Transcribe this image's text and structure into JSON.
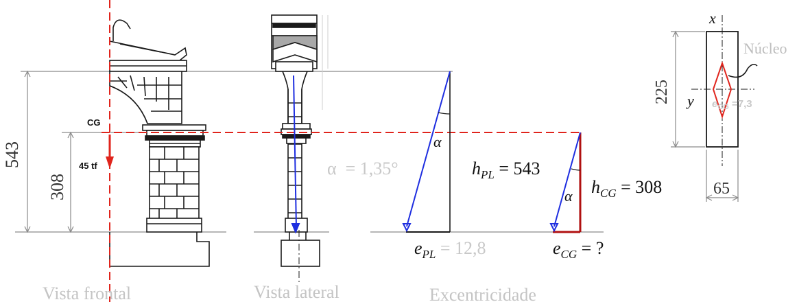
{
  "dimensions": {
    "total_height": "543",
    "cg_height": "308",
    "section_height": "225",
    "section_width": "65"
  },
  "labels": {
    "cg": "CG",
    "force": "45 tf",
    "alpha_symbol": "α",
    "alpha_equation": "α  = 1,35°",
    "h_pl_sym": "h",
    "h_pl_sub": "PL",
    "h_pl_val": " = 543",
    "h_cg_sym": "h",
    "h_cg_sub": "CG",
    "h_cg_val": " = 308",
    "e_pl_sym": "e",
    "e_pl_sub": "PL",
    "e_pl_val": " = 12,8",
    "e_cg_sym": "e",
    "e_cg_sub": "CG",
    "e_cg_val": " = ?",
    "axis_x": "x",
    "axis_y": "y",
    "nucleo": "Núcleo",
    "e_cg_section_sym": "e",
    "e_cg_section_sub": "CG",
    "e_cg_section_val": " =7,3"
  },
  "captions": {
    "front": "Vista frontal",
    "side": "Vista lateral",
    "eccentricity": "Excentricidade"
  },
  "colors": {
    "load_line": "#e0241c",
    "eccentricity_vector": "#1e2ee0",
    "core": "#e0241c",
    "caption_gray": "#bdbdbd",
    "dim_line": "#808080"
  }
}
